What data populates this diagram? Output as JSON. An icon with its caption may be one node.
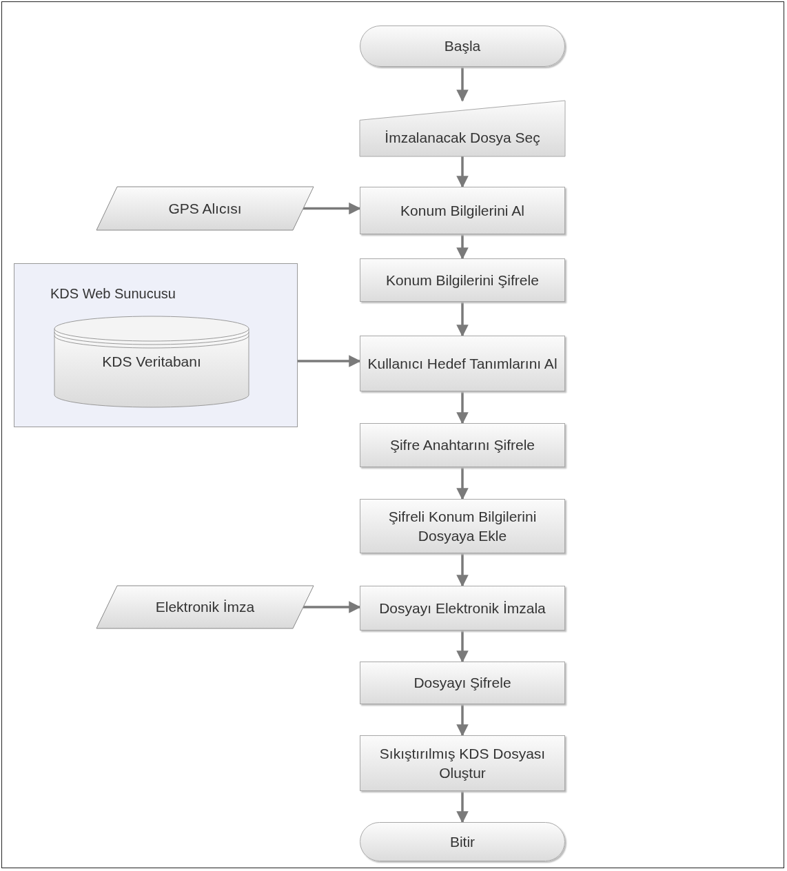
{
  "diagram": {
    "nodes": [
      {
        "text": [
          "Başla"
        ]
      },
      {
        "text": [
          "İmzalanacak Dosya Seç"
        ]
      },
      {
        "text": [
          "GPS Alıcısı"
        ]
      },
      {
        "text": [
          "Konum Bilgilerini Al"
        ]
      },
      {
        "text": [
          "Konum Bilgilerini Şifrele"
        ]
      },
      {
        "text": [
          "KDS Web Sunucusu"
        ]
      },
      {
        "text": [
          "KDS Veritabanı"
        ],
        "in": 5
      },
      {
        "text": [
          "Kullanıcı  Hedef Tanımlarını  Al"
        ]
      },
      {
        "text": [
          "Şifre Anahtarını Şifrele"
        ]
      },
      {
        "text": [
          "Şifreli Konum Bilgilerini Dosyaya Ekle"
        ]
      },
      {
        "text": [
          "Elektronik İmza"
        ]
      },
      {
        "text": [
          "Dosyayı Elektronik İmzala"
        ]
      },
      {
        "text": [
          "Dosyayı Şifrele"
        ]
      },
      {
        "text": [
          "Sıkıştırılmış KDS Dosyası Oluştur"
        ]
      },
      {
        "text": [
          "Bitir"
        ]
      }
    ],
    "edges": [
      {
        "from": 0,
        "to": 1,
        "arrow": "to"
      },
      {
        "from": 1,
        "to": 3,
        "arrow": "to"
      },
      {
        "from": 2,
        "to": 3,
        "arrow": "to"
      },
      {
        "from": 3,
        "to": 4,
        "arrow": "to"
      },
      {
        "from": 4,
        "to": 7,
        "arrow": "to"
      },
      {
        "from": 6,
        "to": 7,
        "arrow": "to"
      },
      {
        "from": 7,
        "to": 8,
        "arrow": "to"
      },
      {
        "from": 8,
        "to": 9,
        "arrow": "to"
      },
      {
        "from": 9,
        "to": 11,
        "arrow": "to"
      },
      {
        "from": 10,
        "to": 11,
        "arrow": "to"
      },
      {
        "from": 11,
        "to": 12,
        "arrow": "to"
      },
      {
        "from": 12,
        "to": 13,
        "arrow": "to"
      },
      {
        "from": 13,
        "to": 14,
        "arrow": "to"
      }
    ]
  }
}
